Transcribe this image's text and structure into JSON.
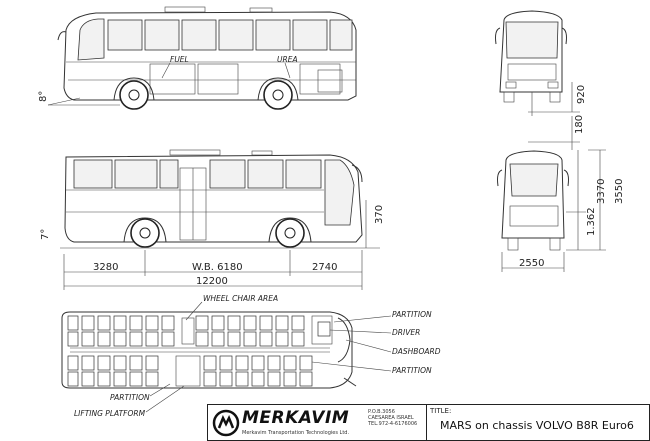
{
  "side_view": {
    "angle_front": "8°",
    "label_fuel": "FUEL",
    "label_urea": "UREA"
  },
  "side_view_2": {
    "angle_rear": "7°",
    "height_floor": "370",
    "dim_front_overhang": "3280",
    "dim_wheelbase": "W.B. 6180",
    "dim_rear_overhang": "2740",
    "dim_total_length": "12200"
  },
  "front_view": {
    "dim_920": "920",
    "dim_180": "180"
  },
  "rear_view": {
    "dim_3370": "3370",
    "dim_3550": "3550",
    "dim_1362": "1.362",
    "dim_width": "2550"
  },
  "plan_view": {
    "wheel_chair_area": "WHEEL CHAIR AREA",
    "partition_top": "PARTITION",
    "driver": "DRIVER",
    "dashboard": "DASHBOARD",
    "partition_bottom": "PARTITION",
    "partition_left": "PARTITION",
    "lifting_platform": "LIFTING PLATFORM"
  },
  "title_block": {
    "company": "MERKAVIM",
    "company_sub": "Merkavim Transportation Technologies Ltd.",
    "address_line1": "P.O.B.3056",
    "address_line2": "CAESAREA ISRAEL",
    "address_line3": "TEL.972-4-6176006",
    "title_label": "TITLE:",
    "title": "MARS on chassis VOLVO B8R Euro6"
  }
}
